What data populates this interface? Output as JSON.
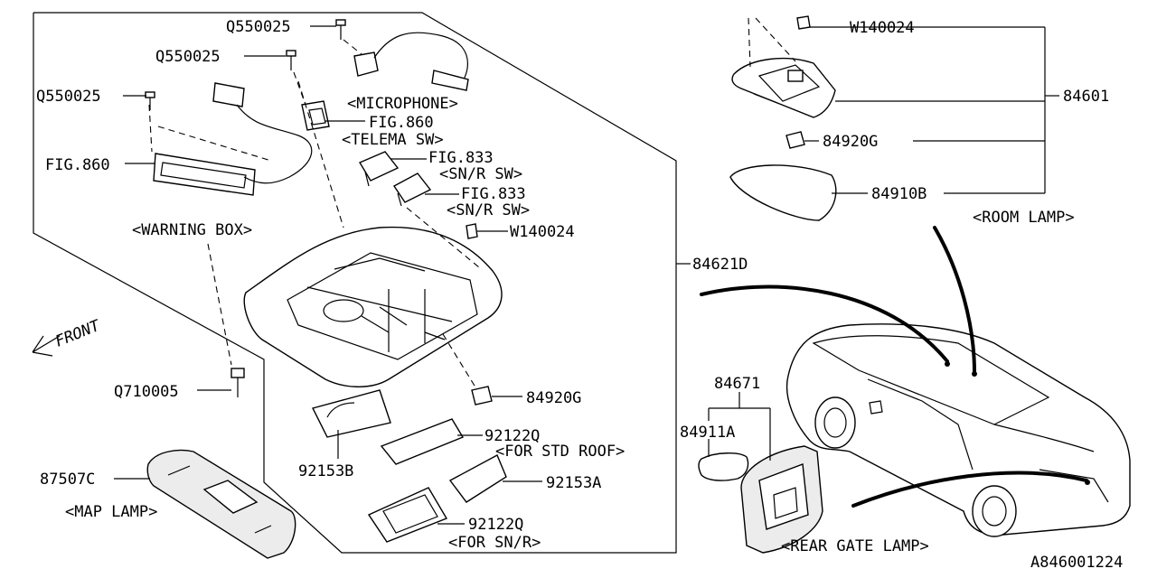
{
  "labels": {
    "q550025_a": "Q550025",
    "q550025_b": "Q550025",
    "q550025_c": "Q550025",
    "w140024_top": "W140024",
    "w140024_mid": "W140024",
    "microphone": "<MICROPHONE>",
    "fig860_a": "FIG.860",
    "telema_sw": "<TELEMA SW>",
    "fig860_b": "FIG.860",
    "fig833_a": "FIG.833",
    "snr_sw_a": "<SN/R SW>",
    "fig833_b": "FIG.833",
    "snr_sw_b": "<SN/R SW>",
    "warning_box": "<WARNING BOX>",
    "p84621d": "84621D",
    "front": "FRONT",
    "q710005": "Q710005",
    "p84920g_lower": "84920G",
    "p92122q_a": "92122Q",
    "for_std_roof": "<FOR STD ROOF>",
    "p92153b": "92153B",
    "p92153a": "92153A",
    "p87507c": "87507C",
    "map_lamp": "<MAP LAMP>",
    "p92122q_b": "92122Q",
    "for_snr": "<FOR SN/R>",
    "p84601": "84601",
    "p84920g_upper": "84920G",
    "p84910b": "84910B",
    "room_lamp": "<ROOM LAMP>",
    "p84671": "84671",
    "p84911a": "84911A",
    "rear_gate_lamp": "<REAR GATE LAMP>",
    "diagram_id": "A846001224"
  }
}
